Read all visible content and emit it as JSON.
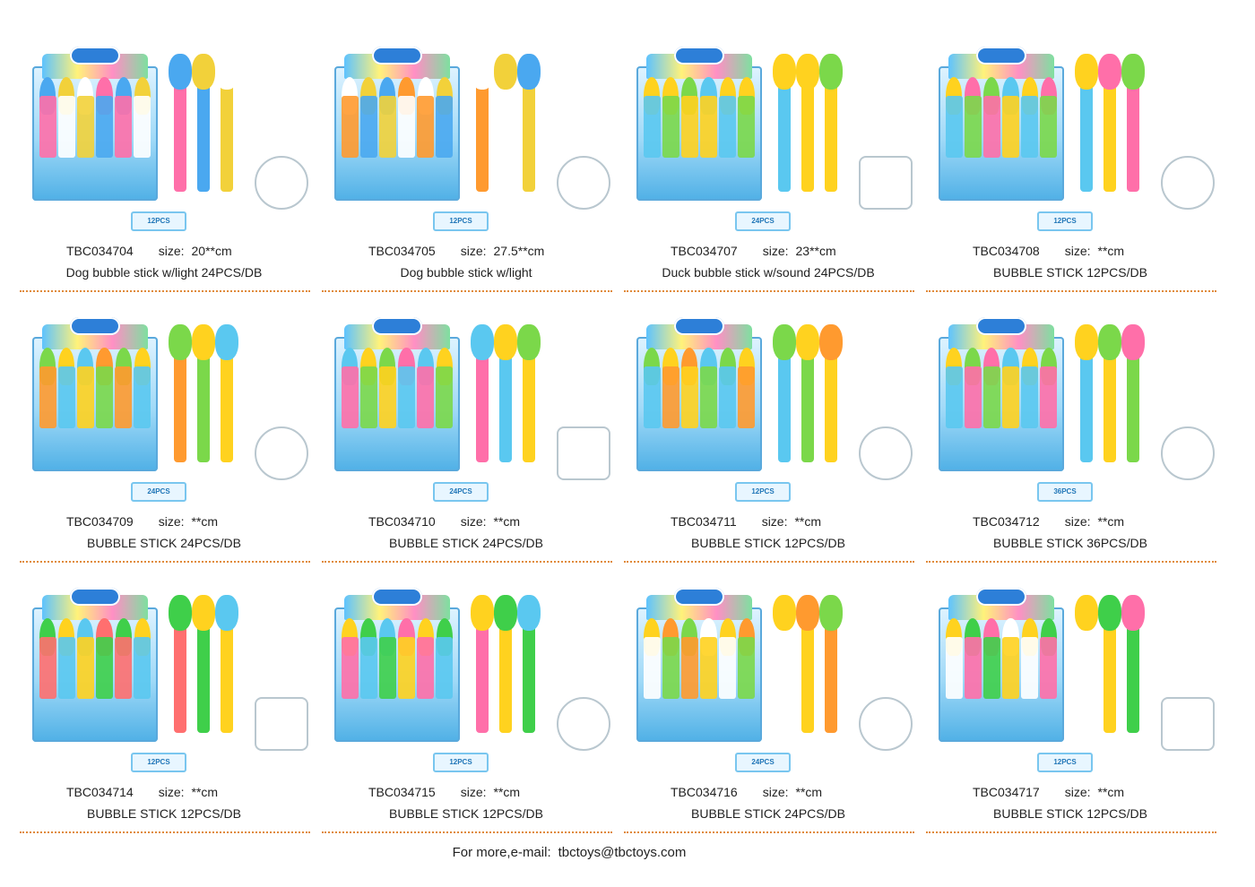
{
  "colors": {
    "accent_rule": "#e08a3a",
    "box_blue": "#4fb0e6",
    "badge_border": "#79c6ef"
  },
  "products": [
    {
      "code": "TBC034704",
      "size_label": "size:",
      "size": "20**cm",
      "desc": "Dog bubble stick w/light 24PCS/DB",
      "badge": "12PCS",
      "icon": "dog-bubble-stick-image",
      "palette": [
        "#4aa8f0",
        "#f2d13a",
        "#ffffff",
        "#ff6fa9"
      ]
    },
    {
      "code": "TBC034705",
      "size_label": "size:",
      "size": "27.5**cm",
      "desc": "Dog bubble stick w/light",
      "badge": "12PCS",
      "icon": "dog-bubble-stick-image",
      "palette": [
        "#ffffff",
        "#f2d13a",
        "#4aa8f0",
        "#ff9a2f"
      ]
    },
    {
      "code": "TBC034707",
      "size_label": "size:",
      "size": "23**cm",
      "desc": "Duck bubble stick w/sound 24PCS/DB",
      "badge": "24PCS",
      "icon": "duck-bubble-stick-image",
      "palette": [
        "#ffd21f",
        "#ffd21f",
        "#7bd84a",
        "#5ac8f0"
      ]
    },
    {
      "code": "TBC034708",
      "size_label": "size:",
      "size": "**cm",
      "desc": "BUBBLE STICK 12PCS/DB",
      "badge": "12PCS",
      "icon": "duck-bubble-stick-image",
      "palette": [
        "#ffd21f",
        "#ff6fa9",
        "#7bd84a",
        "#5ac8f0"
      ]
    },
    {
      "code": "TBC034709",
      "size_label": "size:",
      "size": "**cm",
      "desc": "BUBBLE STICK 24PCS/DB",
      "badge": "24PCS",
      "icon": "windmill-bubble-stick-image",
      "palette": [
        "#7bd84a",
        "#ffd21f",
        "#5ac8f0",
        "#ff9a2f"
      ]
    },
    {
      "code": "TBC034710",
      "size_label": "size:",
      "size": "**cm",
      "desc": "BUBBLE STICK 24PCS/DB",
      "badge": "24PCS",
      "icon": "hand-bubble-stick-image",
      "palette": [
        "#5ac8f0",
        "#ffd21f",
        "#7bd84a",
        "#ff6fa9"
      ]
    },
    {
      "code": "TBC034711",
      "size_label": "size:",
      "size": "**cm",
      "desc": "BUBBLE STICK 12PCS/DB",
      "badge": "12PCS",
      "icon": "hand-bubble-stick-image",
      "palette": [
        "#7bd84a",
        "#ffd21f",
        "#ff9a2f",
        "#5ac8f0"
      ]
    },
    {
      "code": "TBC034712",
      "size_label": "size:",
      "size": "**cm",
      "desc": "BUBBLE STICK 36PCS/DB",
      "badge": "36PCS",
      "icon": "sword-bubble-stick-image",
      "palette": [
        "#ffd21f",
        "#7bd84a",
        "#ff6fa9",
        "#5ac8f0"
      ]
    },
    {
      "code": "TBC034714",
      "size_label": "size:",
      "size": "**cm",
      "desc": "BUBBLE STICK 12PCS/DB",
      "badge": "12PCS",
      "icon": "frog-bubble-stick-image",
      "palette": [
        "#3fcf4a",
        "#ffd21f",
        "#5ac8f0",
        "#ff6f6f"
      ]
    },
    {
      "code": "TBC034715",
      "size_label": "size:",
      "size": "**cm",
      "desc": "BUBBLE STICK 12PCS/DB",
      "badge": "12PCS",
      "icon": "frog-bubble-stick-image",
      "palette": [
        "#ffd21f",
        "#3fcf4a",
        "#5ac8f0",
        "#ff6fa9"
      ]
    },
    {
      "code": "TBC034716",
      "size_label": "size:",
      "size": "**cm",
      "desc": "BUBBLE STICK 24PCS/DB",
      "badge": "24PCS",
      "icon": "llama-bubble-stick-image",
      "palette": [
        "#ffd21f",
        "#ff9a2f",
        "#7bd84a",
        "#ffffff"
      ]
    },
    {
      "code": "TBC034717",
      "size_label": "size:",
      "size": "**cm",
      "desc": "BUBBLE STICK 12PCS/DB",
      "badge": "12PCS",
      "icon": "llama-bubble-stick-image",
      "palette": [
        "#ffd21f",
        "#3fcf4a",
        "#ff6fa9",
        "#ffffff"
      ]
    }
  ],
  "footer": {
    "label": "For more,e-mail:",
    "email": "tbctoys@tbctoys.com"
  }
}
